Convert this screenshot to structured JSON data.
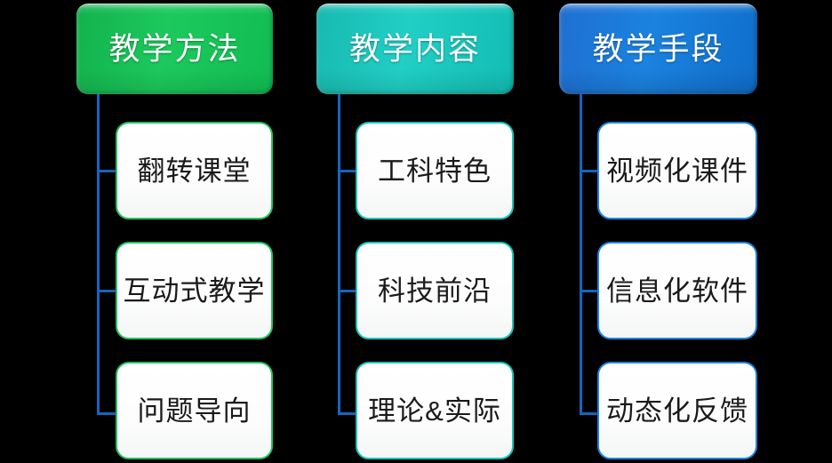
{
  "diagram": {
    "type": "hierarchy-tree",
    "background_color": "#000000",
    "connector_color": "#1565c0",
    "columns": [
      {
        "id": "teaching-methods",
        "header": "教学方法",
        "header_color": "#1cc95c",
        "leaf_border_color": "#1fc25a",
        "items": [
          "翻转课堂",
          "互动式教学",
          "问题导向"
        ]
      },
      {
        "id": "teaching-content",
        "header": "教学内容",
        "header_color": "#21cfc4",
        "leaf_border_color": "#13c7bd",
        "items": [
          "工科特色",
          "科技前沿",
          "理论&实际"
        ]
      },
      {
        "id": "teaching-means",
        "header": "教学手段",
        "header_color": "#1b82e0",
        "leaf_border_color": "#1b86e3",
        "items": [
          "视频化课件",
          "信息化软件",
          "动态化反馈"
        ]
      }
    ]
  }
}
